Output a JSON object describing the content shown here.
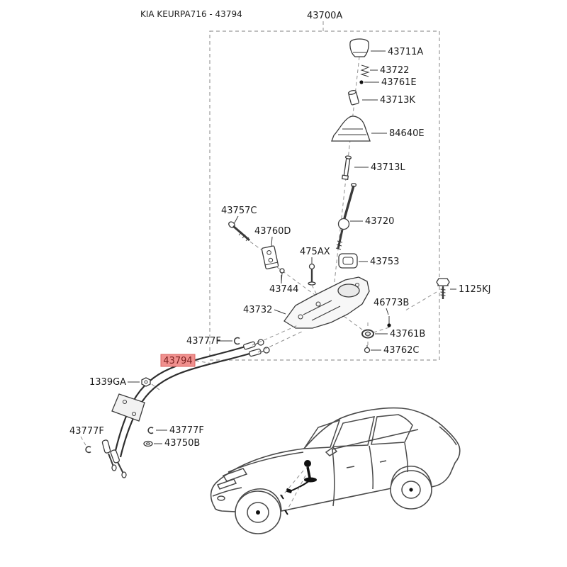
{
  "header": {
    "catalog_code": "KIA KEURPA716 - 43794"
  },
  "assembly": {
    "code": "43700A"
  },
  "parts": {
    "knob": "43711A",
    "spring": "43722",
    "screw_small": "43761E",
    "damper_upper": "43713K",
    "boot": "84640E",
    "lever_lower": "43713L",
    "shift_lever": "43720",
    "bolt": "43757C",
    "bracket": "43760D",
    "stud": "475AX",
    "bushing": "43753",
    "pin": "43744",
    "base_bracket": "43732",
    "flange_bolt": "1125KJ",
    "damper_lower": "46773B",
    "grommet": "43761B",
    "clip_c": "43762C",
    "retainer_clip": "43777F",
    "cable_assembly": "43794",
    "nut": "1339GA",
    "washer": "43750B"
  },
  "highlight": {
    "part": "43794",
    "background": "#f0908e",
    "text_color": "#7a1f1f",
    "border": "#d96561"
  },
  "colors": {
    "line": "#3a3a3a",
    "dashed_line": "#8f8f8f",
    "label_text": "#1c1c1c",
    "background": "#ffffff"
  }
}
